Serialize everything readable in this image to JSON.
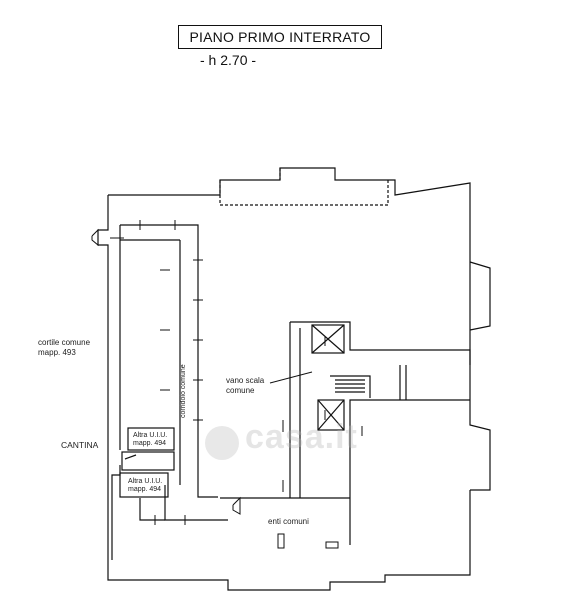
{
  "header": {
    "title": "PIANO PRIMO INTERRATO",
    "height": "- h 2.70 -"
  },
  "labels": {
    "cortile_line1": "cortile comune",
    "cortile_line2": "mapp. 493",
    "cantina": "CANTINA",
    "altra1_line1": "Altra U.I.U.",
    "altra1_line2": "mapp. 494",
    "altra2_line1": "Altra U.I.U.",
    "altra2_line2": "mapp. 494",
    "corridoio": "corridoio comune",
    "vano_line1": "vano scala",
    "vano_line2": "comune",
    "enti": "enti comuni"
  },
  "watermark": "casa.it"
}
